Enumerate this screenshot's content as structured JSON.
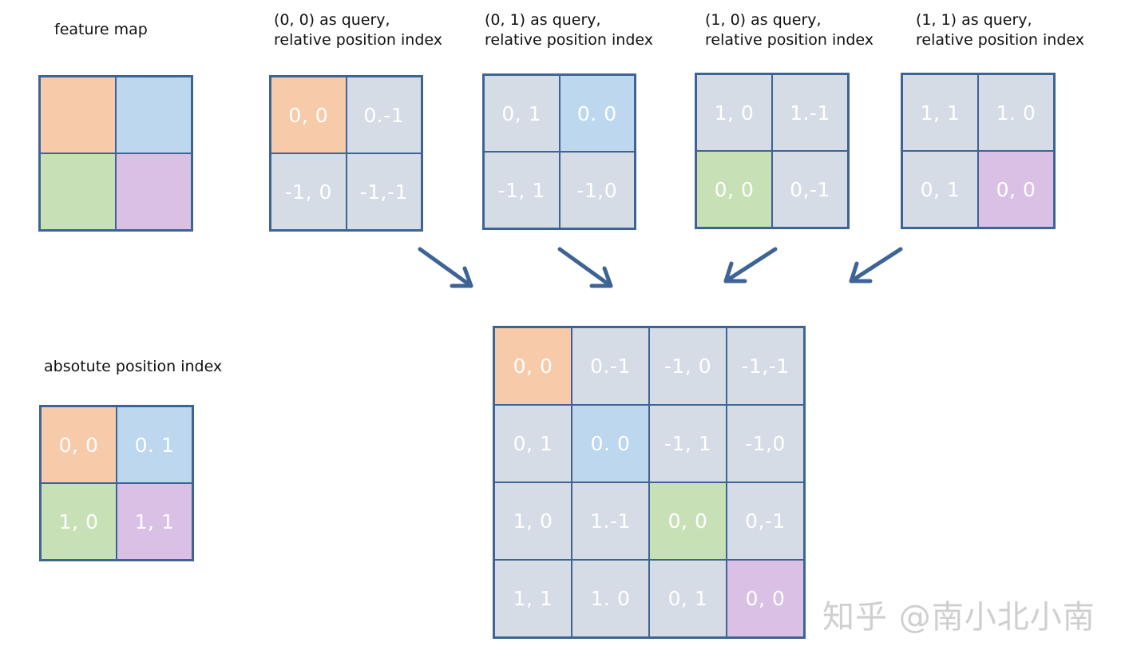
{
  "labels": {
    "feature_map": "feature map",
    "q00": [
      "(0, 0) as query,",
      "relative position index"
    ],
    "q01": [
      "(0, 1) as query,",
      "relative position index"
    ],
    "q10": [
      "(1, 0) as query,",
      "relative position index"
    ],
    "q11": [
      "(1, 1) as query,",
      "relative position index"
    ],
    "absolute": "absotute position index"
  },
  "colors": {
    "orange": "#f7cba9",
    "blue": "#bcd7ee",
    "green": "#c8e0b6",
    "purple": "#d9c0e4",
    "gray": "#d5dce6",
    "border": "#3d6494",
    "arrow": "#3d6494"
  },
  "feature_map": [
    {
      "text": "",
      "color": "orange"
    },
    {
      "text": "",
      "color": "blue"
    },
    {
      "text": "",
      "color": "green"
    },
    {
      "text": "",
      "color": "purple"
    }
  ],
  "query_grids": {
    "q00": [
      {
        "text": "0, 0",
        "color": "orange"
      },
      {
        "text": "0.-1",
        "color": "gray"
      },
      {
        "text": "-1, 0",
        "color": "gray"
      },
      {
        "text": "-1,-1",
        "color": "gray"
      }
    ],
    "q01": [
      {
        "text": "0, 1",
        "color": "gray"
      },
      {
        "text": "0. 0",
        "color": "blue"
      },
      {
        "text": "-1, 1",
        "color": "gray"
      },
      {
        "text": "-1,0",
        "color": "gray"
      }
    ],
    "q10": [
      {
        "text": "1, 0",
        "color": "gray"
      },
      {
        "text": "1.-1",
        "color": "gray"
      },
      {
        "text": "0, 0",
        "color": "green"
      },
      {
        "text": "0,-1",
        "color": "gray"
      }
    ],
    "q11": [
      {
        "text": "1, 1",
        "color": "gray"
      },
      {
        "text": "1. 0",
        "color": "gray"
      },
      {
        "text": "0, 1",
        "color": "gray"
      },
      {
        "text": "0, 0",
        "color": "purple"
      }
    ]
  },
  "absolute_grid": [
    {
      "text": "0, 0",
      "color": "orange"
    },
    {
      "text": "0. 1",
      "color": "blue"
    },
    {
      "text": "1, 0",
      "color": "green"
    },
    {
      "text": "1, 1",
      "color": "purple"
    }
  ],
  "combined_grid": [
    {
      "text": "0, 0",
      "color": "orange"
    },
    {
      "text": "0.-1",
      "color": "gray"
    },
    {
      "text": "-1, 0",
      "color": "gray"
    },
    {
      "text": "-1,-1",
      "color": "gray"
    },
    {
      "text": "0, 1",
      "color": "gray"
    },
    {
      "text": "0. 0",
      "color": "blue"
    },
    {
      "text": "-1, 1",
      "color": "gray"
    },
    {
      "text": "-1,0",
      "color": "gray"
    },
    {
      "text": "1, 0",
      "color": "gray"
    },
    {
      "text": "1.-1",
      "color": "gray"
    },
    {
      "text": "0, 0",
      "color": "green"
    },
    {
      "text": "0,-1",
      "color": "gray"
    },
    {
      "text": "1, 1",
      "color": "gray"
    },
    {
      "text": "1. 0",
      "color": "gray"
    },
    {
      "text": "0, 1",
      "color": "gray"
    },
    {
      "text": "0, 0",
      "color": "purple"
    }
  ],
  "watermark": "知乎 @南小北小南"
}
